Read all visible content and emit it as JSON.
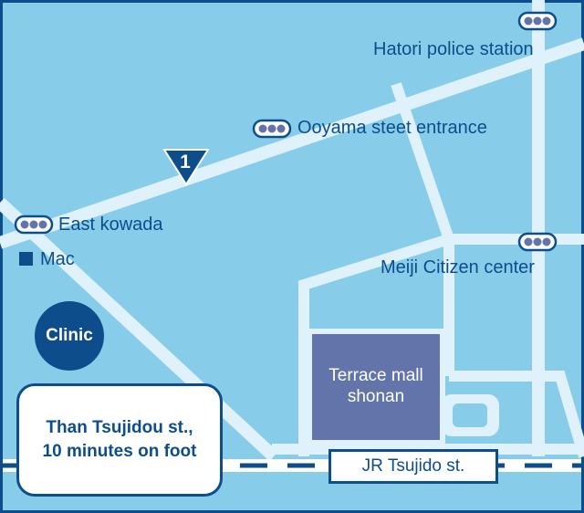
{
  "colors": {
    "water": "#87cdea",
    "road": "#dff1fa",
    "dark": "#0e4d8c",
    "mall": "#6374ab"
  },
  "route": {
    "number": "1"
  },
  "places": {
    "hatori": "Hatori police station",
    "ooyama": "Ooyama steet entrance",
    "east_kowada": "East kowada",
    "mac": "Mac",
    "meiji": "Meiji Citizen center",
    "clinic": "Clinic",
    "mall": [
      "Terrace mall",
      "shonan"
    ],
    "station": "JR Tsujido st."
  },
  "callout": [
    "Than Tsujidou st.,",
    "10 minutes on foot"
  ],
  "icons": {
    "traffic_light": "traffic-light-icon",
    "route_marker": "route-marker-icon",
    "store": "store-square-icon"
  }
}
